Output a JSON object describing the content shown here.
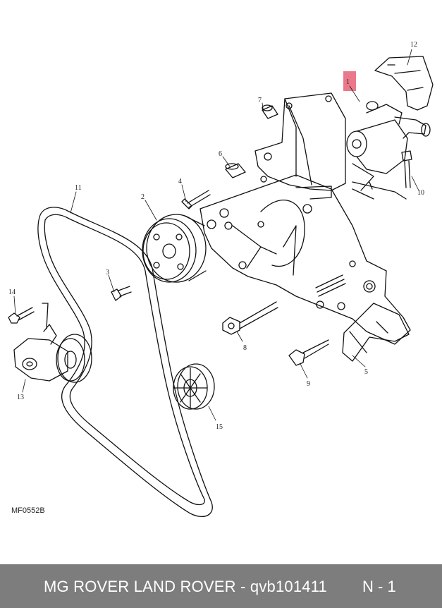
{
  "diagram": {
    "code": "MF0552B",
    "highlight_color": "#e9798a",
    "callouts": [
      "1",
      "2",
      "3",
      "4",
      "5",
      "6",
      "7",
      "8",
      "9",
      "10",
      "11",
      "12",
      "13",
      "14",
      "15"
    ]
  },
  "footer": {
    "title": "MG ROVER LAND ROVER - qvb101411",
    "page": "N - 1",
    "background": "#7d7d7d"
  }
}
